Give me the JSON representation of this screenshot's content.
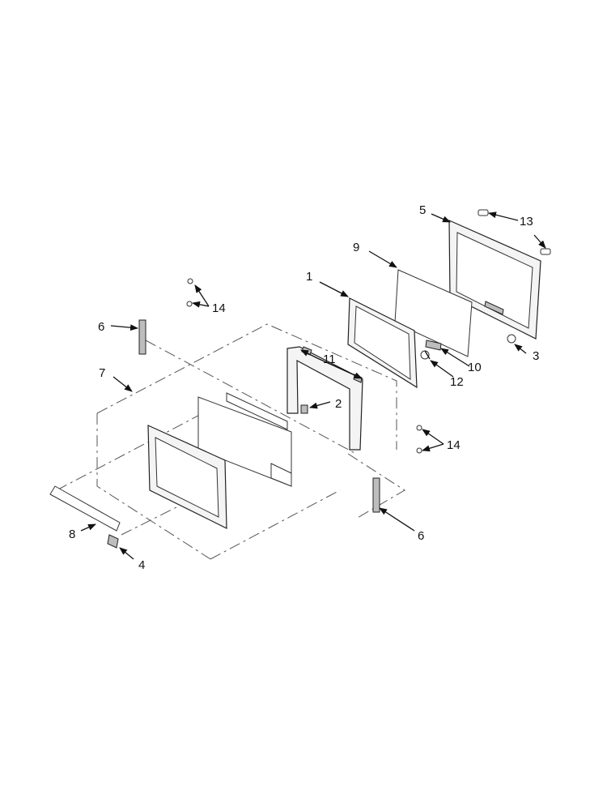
{
  "callouts": {
    "c1": "1",
    "c2": "2",
    "c3": "3",
    "c4": "4",
    "c5": "5",
    "c6a": "6",
    "c6b": "6",
    "c7": "7",
    "c8": "8",
    "c9": "9",
    "c10": "10",
    "c11": "11",
    "c12": "12",
    "c13": "13",
    "c14a": "14",
    "c14b": "14"
  }
}
